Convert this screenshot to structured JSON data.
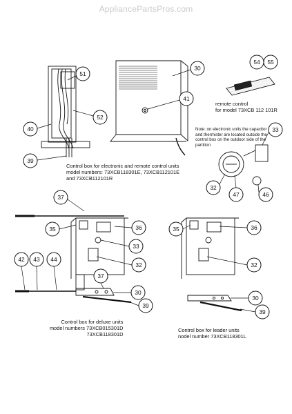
{
  "watermark": "AppliancePartsPros.com",
  "captions": {
    "electronic": [
      "Control box for electronic  and remote control units",
      "model numbers: 73XCB118301E, 73XCB112101E",
      "and 73XCB112101R"
    ],
    "remote": [
      "remote control",
      "for model 73XCB 112 101R"
    ],
    "note": [
      "Note:  on electronic units the capacitor",
      "and thermister are located outside the",
      "control box on the outdoor side of the",
      "partition"
    ],
    "deluxe": [
      "Control box for deluxe units",
      "model numbers 73XCB015301D",
      "73XCB118301D"
    ],
    "leader": [
      "Control box for leader units",
      "nodel number 73XCB118301L"
    ]
  },
  "callouts": {
    "c51": "51",
    "c52": "52",
    "c40": "40",
    "c39a": "39",
    "c30a": "30",
    "c41": "41",
    "c54": "54",
    "c55": "55",
    "c33a": "33",
    "c32a": "32",
    "c47": "47",
    "c46": "46",
    "c37a": "37",
    "c35a": "35",
    "c36a": "36",
    "c33b": "33",
    "c32b": "32",
    "c42": "42",
    "c43": "43",
    "c44": "44",
    "c37b": "37",
    "c30b": "30",
    "c39b": "39",
    "c35b": "35",
    "c36b": "36",
    "c32c": "32",
    "c30c": "30",
    "c39c": "39"
  }
}
